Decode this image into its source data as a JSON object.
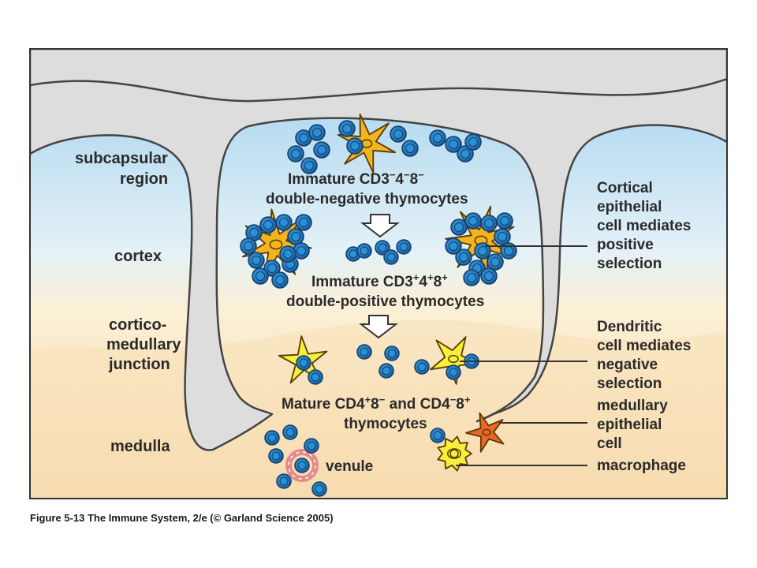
{
  "regions": {
    "subcapsular_line1": "subcapsular",
    "subcapsular_line2": "region",
    "cortex": "cortex",
    "corticomedullary_line1": "cortico-",
    "corticomedullary_line2": "medullary",
    "corticomedullary_line3": "junction",
    "medulla": "medulla"
  },
  "stages": {
    "double_negative": {
      "line1_prefix": "Immature CD3",
      "line1_sup1": "−",
      "line1_mid1": "4",
      "line1_sup2": "−",
      "line1_mid2": "8",
      "line1_sup3": "−",
      "line2": "double-negative thymocytes"
    },
    "double_positive": {
      "line1_prefix": "Immature CD3",
      "line1_sup1": "+",
      "line1_mid1": "4",
      "line1_sup2": "+",
      "line1_mid2": "8",
      "line1_sup3": "+",
      "line2": "double-positive thymocytes"
    },
    "mature": {
      "line1_prefix": "Mature CD4",
      "line1_sup1": "+",
      "line1_mid1": "8",
      "line1_sup2": "−",
      "line1_mid2": " and CD4",
      "line1_sup3": "−",
      "line1_mid3": "8",
      "line1_sup4": "+",
      "line2": "thymocytes"
    }
  },
  "callouts": {
    "cortical_epithelial": [
      "Cortical",
      "epithelial",
      "cell mediates",
      "positive",
      "selection"
    ],
    "dendritic": [
      "Dendritic",
      "cell mediates",
      "negative",
      "selection"
    ],
    "medullary_epithelial": [
      "medullary",
      "epithelial",
      "cell"
    ],
    "macrophage": [
      "macrophage"
    ],
    "venule": "venule"
  },
  "caption": "Figure 5-13  The Immune System, 2/e (© Garland Science 2005)",
  "colors": {
    "thymocyte": "#1f6fb5",
    "thymocyte_nucleus": "#2a8fd6",
    "cortical_epithelial": "#f2b41f",
    "dendritic": "#f7ef3a",
    "medullary_epithelial": "#e8672a",
    "macrophage": "#f7ef3a",
    "venule": "#e58a8a",
    "capsule": "#dcdcdc",
    "cortex_bg": "#c7e3f3",
    "medulla_bg": "#f7ddb0"
  }
}
